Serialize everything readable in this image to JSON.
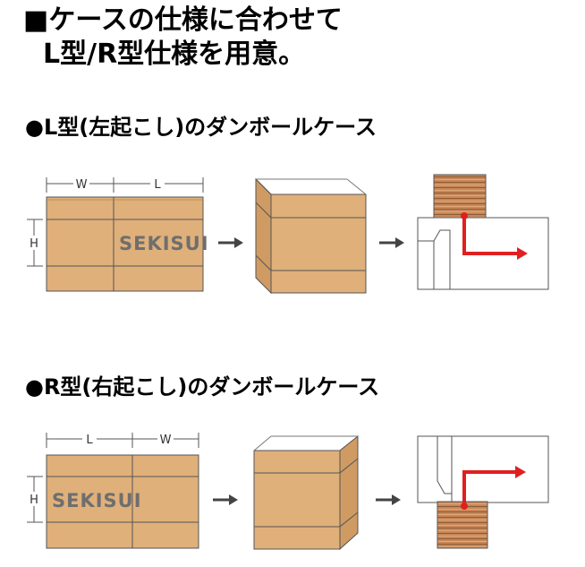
{
  "heading": {
    "line1": "■ケースの仕様に合わせて",
    "line2": "L型/R型仕様を用意。"
  },
  "sections": [
    {
      "title": "●L型(左起こし)のダンボールケース",
      "dim_w": "W",
      "dim_l": "L",
      "dim_h": "H",
      "logo": "SEKISUI"
    },
    {
      "title": "●R型(右起こし)のダンボールケース",
      "dim_w": "W",
      "dim_l": "L",
      "dim_h": "H",
      "logo": "SEKISUI"
    }
  ],
  "colors": {
    "cardboard": "#dfb07a",
    "cardboard_dark": "#d09b63",
    "line": "#555555",
    "arrow_red": "#e02020",
    "brick": "#c88758"
  }
}
